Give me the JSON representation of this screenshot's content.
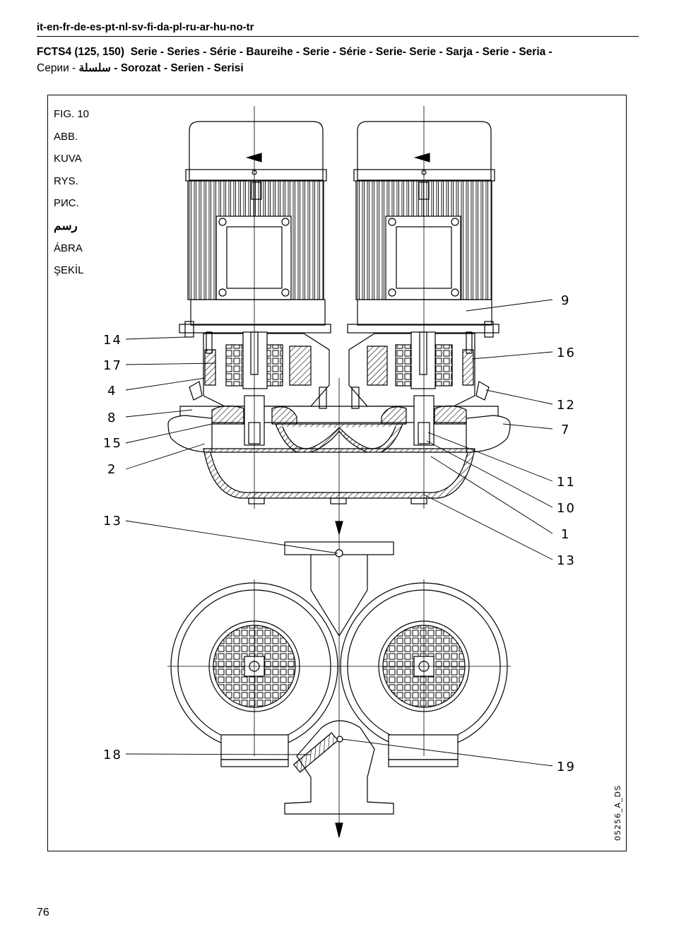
{
  "header": {
    "languages": "it-en-fr-de-es-pt-nl-sv-fi-da-pl-ru-ar-hu-no-tr",
    "series_line1_model": "FCTS4 (125, 150)",
    "series_line1_rest": "Serie - Series - Série - Baureihe - Serie - Série - Serie- Serie - Sarja - Serie - Seria -",
    "series_line2_ru": "Серии -",
    "series_line2_ar": "سلسلة",
    "series_line2_rest": "- Sorozat - Serien - Serisi"
  },
  "figure": {
    "labels": [
      "FIG. 10",
      "ABB.",
      "KUVA",
      "RYS.",
      "РИС.",
      "رسم",
      "ÁBRA",
      "ŞEKİL"
    ],
    "callouts_left": [
      "14",
      "17",
      "4",
      "8",
      "15",
      "2",
      "13",
      "18"
    ],
    "callouts_right": [
      "9",
      "16",
      "12",
      "7",
      "11",
      "10",
      "1",
      "13",
      "19"
    ],
    "drawing_code": "05256_A_DS"
  },
  "page_number": "76"
}
